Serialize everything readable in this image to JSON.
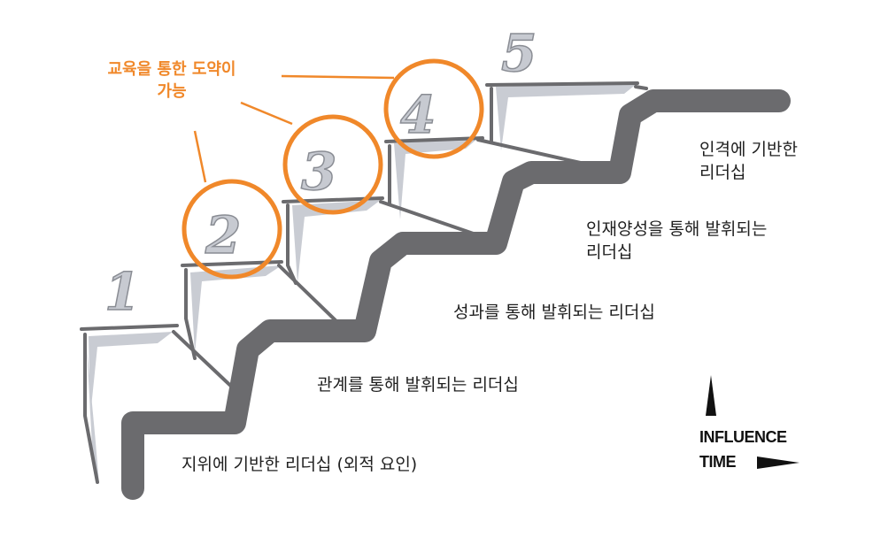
{
  "callout": {
    "line1": "교육을 통한 도약이",
    "line2": "가능"
  },
  "steps": [
    {
      "number": "1",
      "label": "지위에 기반한 리더십 (외적 요인)"
    },
    {
      "number": "2",
      "label": "관계를 통해 발휘되는 리더십"
    },
    {
      "number": "3",
      "label": "성과를 통해 발휘되는 리더십"
    },
    {
      "number": "4",
      "label_line1": "인재양성을 통해 발휘되는",
      "label_line2": "리더십"
    },
    {
      "number": "5",
      "label_line1": "인격에 기반한",
      "label_line2": "리더십"
    }
  ],
  "legend": {
    "y_axis": "INFLUENCE",
    "x_axis": "TIME"
  },
  "colors": {
    "stair": "#6b6b6e",
    "highlight": "#f0882a",
    "shadow": "#c9ccd3",
    "text": "#1f1f1f"
  }
}
